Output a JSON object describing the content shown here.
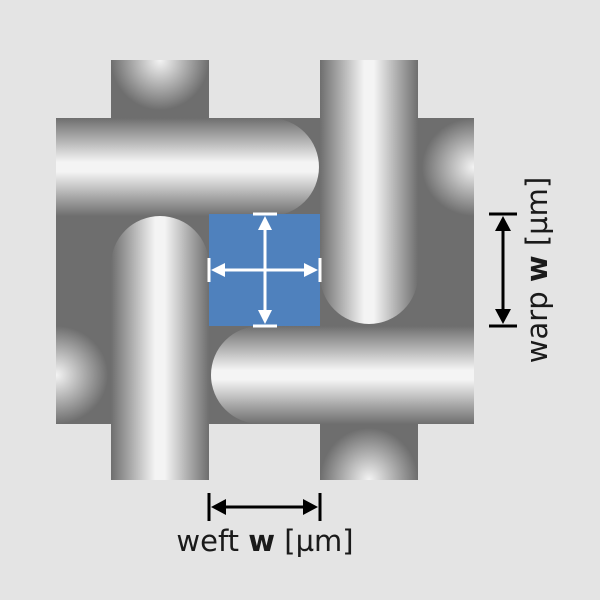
{
  "labels": {
    "weft": {
      "prefix": "weft ",
      "symbol": "w",
      "unit": " [µm]"
    },
    "warp": {
      "prefix": "warp ",
      "symbol": "w",
      "unit": " [µm]"
    }
  },
  "colors": {
    "background": "#e4e4e4",
    "wire_dark": "#6e6e6e",
    "wire_light": "#ffffff",
    "aperture": "#4f81bd",
    "arrow_white": "#ffffff",
    "arrow_black": "#000000",
    "text": "#1a1a1a"
  }
}
